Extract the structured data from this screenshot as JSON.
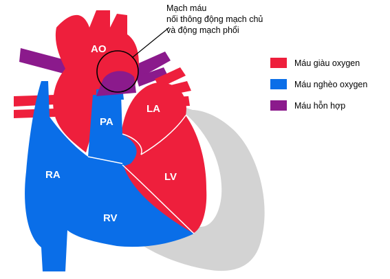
{
  "colors": {
    "oxygen_rich": "#EE1F3C",
    "oxygen_poor": "#0A6EE8",
    "mixed": "#8B1A8C",
    "pericardium": "#D3D3D3"
  },
  "chambers": {
    "ao": "AO",
    "pa": "PA",
    "la": "LA",
    "lv": "LV",
    "ra": "RA",
    "rv": "RV"
  },
  "callout": {
    "line1": "Mạch máu",
    "line2": "nối thông động mạch chủ",
    "line3": "và động mạch phổi"
  },
  "legend": [
    {
      "label": "Máu giàu oxygen",
      "color": "#EE1F3C"
    },
    {
      "label": "Máu nghèo oxygen",
      "color": "#0A6EE8"
    },
    {
      "label": "Máu hỗn hợp",
      "color": "#8B1A8C"
    }
  ]
}
